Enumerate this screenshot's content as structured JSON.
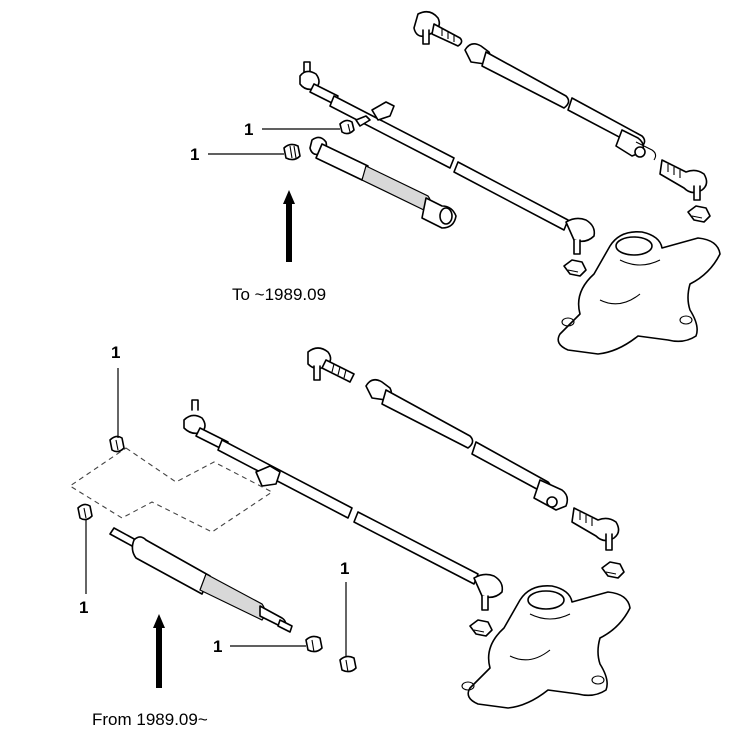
{
  "top_section": {
    "caption": "To ~1989.09",
    "callouts": [
      "1",
      "1"
    ]
  },
  "bottom_section": {
    "caption": "From 1989.09~",
    "callouts": [
      "1",
      "1",
      "1",
      "1"
    ]
  },
  "colors": {
    "line": "#000000",
    "background": "#ffffff",
    "shading": "#d8d8d8"
  }
}
